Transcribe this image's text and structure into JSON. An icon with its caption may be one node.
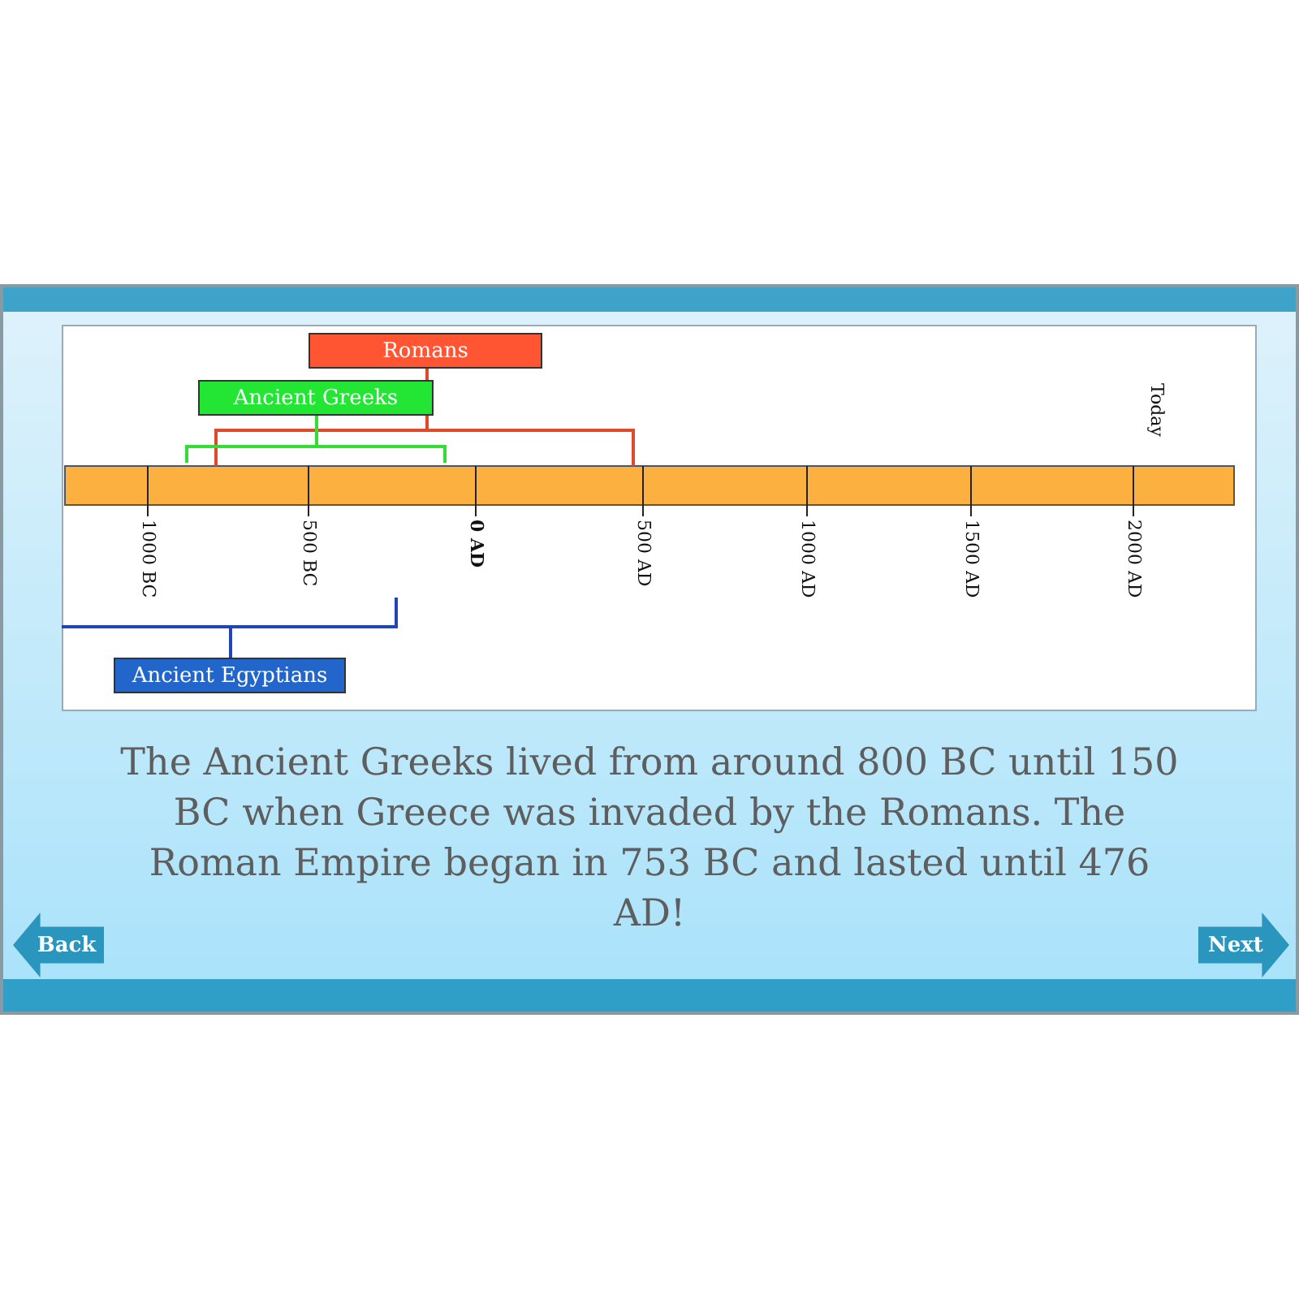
{
  "diagram": {
    "caption": "The Ancient Greeks lived from around 800 BC until 150 BC when Greece was invaded by the Romans. The Roman Empire began in 753 BC and lasted until 476 AD!",
    "nodes": [
      {
        "text": [
          "Romans"
        ]
      },
      {
        "text": [
          "Ancient Greeks"
        ]
      },
      {
        "text": [
          "Ancient Egyptians"
        ]
      }
    ],
    "labels": [
      "Today",
      "1000 BC",
      "500 BC",
      "0 AD",
      "500 AD",
      "1000 AD",
      "1500 AD",
      "2000 AD",
      "Back",
      "Next"
    ]
  }
}
